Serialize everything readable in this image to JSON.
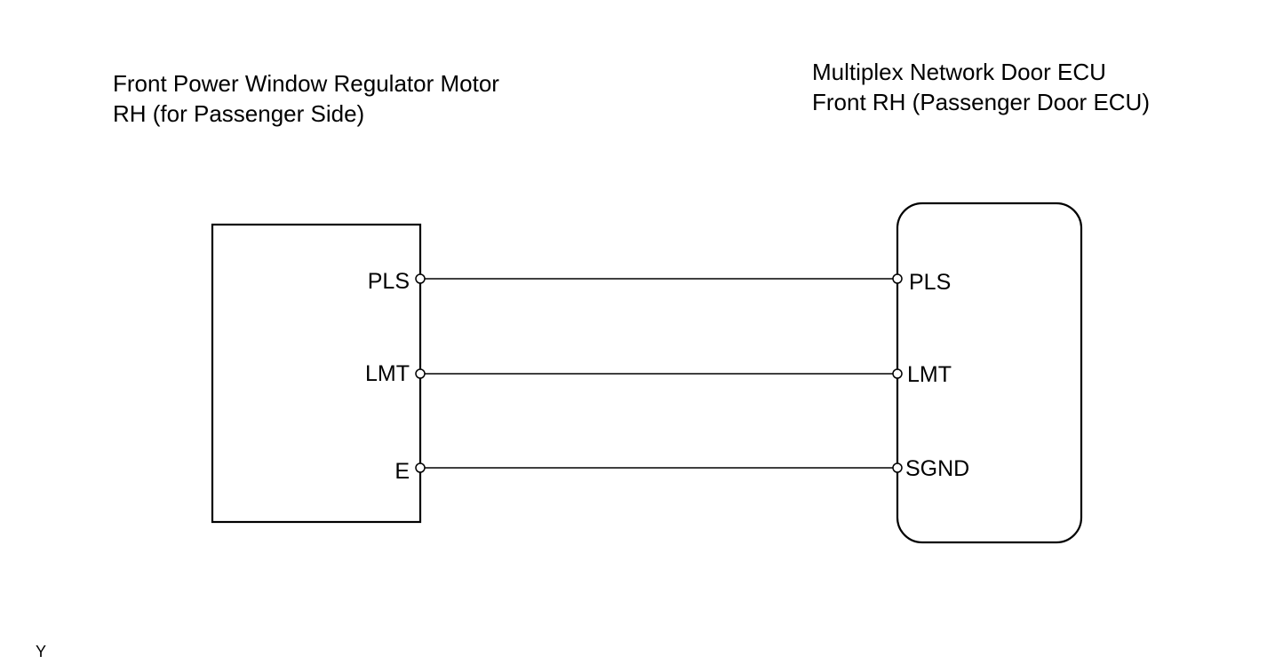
{
  "components": {
    "motor": {
      "name_lines": [
        "Front Power Window Regulator Motor",
        "RH (for Passenger Side)"
      ],
      "terminals": [
        "PLS",
        "LMT",
        "E"
      ]
    },
    "ecu": {
      "name_lines": [
        "Multiplex Network Door ECU",
        "Front RH (Passenger Door ECU)"
      ],
      "terminals": [
        "PLS",
        "LMT",
        "SGND"
      ]
    }
  },
  "connections": [
    {
      "from": "PLS",
      "to": "PLS"
    },
    {
      "from": "LMT",
      "to": "LMT"
    },
    {
      "from": "E",
      "to": "SGND"
    }
  ],
  "footer_code": "Y"
}
